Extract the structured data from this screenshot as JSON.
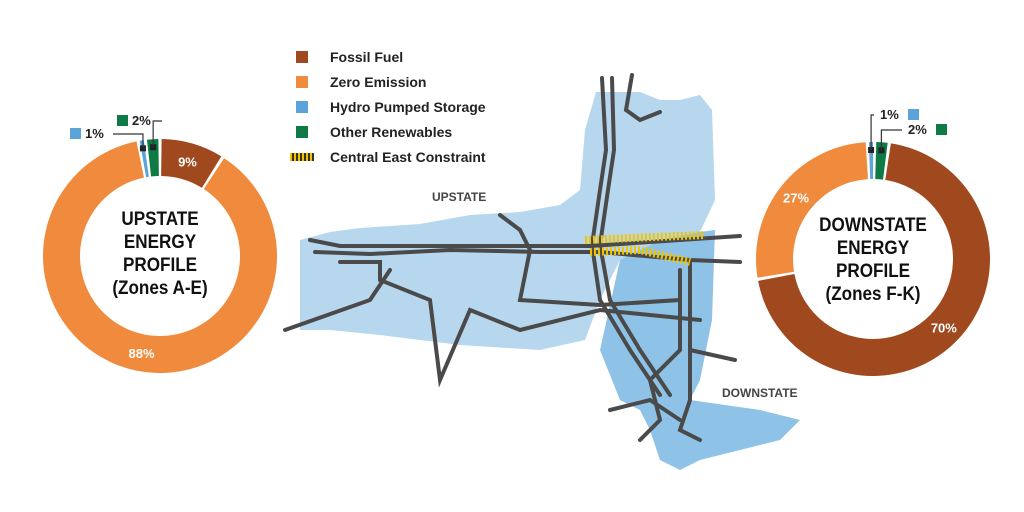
{
  "legend": {
    "items": [
      {
        "label": "Fossil Fuel",
        "color": "#a0491f"
      },
      {
        "label": "Zero Emission",
        "color": "#f08a3c"
      },
      {
        "label": "Hydro Pumped Storage",
        "color": "#5ba3d9"
      },
      {
        "label": "Other Renewables",
        "color": "#0e7a45"
      },
      {
        "label": "Central East Constraint",
        "color": "#f2c400"
      }
    ]
  },
  "map": {
    "upstate_label": "UPSTATE",
    "downstate_label": "DOWNSTATE"
  },
  "chart_data": [
    {
      "type": "pie",
      "title_lines": [
        "UPSTATE",
        "ENERGY",
        "PROFILE",
        "(Zones A-E)"
      ],
      "categories": [
        "Fossil Fuel",
        "Zero Emission",
        "Hydro Pumped Storage",
        "Other Renewables"
      ],
      "values": [
        9,
        88,
        1,
        2
      ],
      "labels": [
        "9%",
        "88%",
        "1%",
        "2%"
      ],
      "colors": [
        "#a0491f",
        "#f08a3c",
        "#5ba3d9",
        "#0e7a45"
      ]
    },
    {
      "type": "pie",
      "title_lines": [
        "DOWNSTATE",
        "ENERGY",
        "PROFILE",
        "(Zones F-K)"
      ],
      "categories": [
        "Fossil Fuel",
        "Zero Emission",
        "Hydro Pumped Storage",
        "Other Renewables"
      ],
      "values": [
        70,
        27,
        1,
        2
      ],
      "labels": [
        "70%",
        "27%",
        "1%",
        "2%"
      ],
      "colors": [
        "#a0491f",
        "#f08a3c",
        "#5ba3d9",
        "#0e7a45"
      ]
    }
  ]
}
